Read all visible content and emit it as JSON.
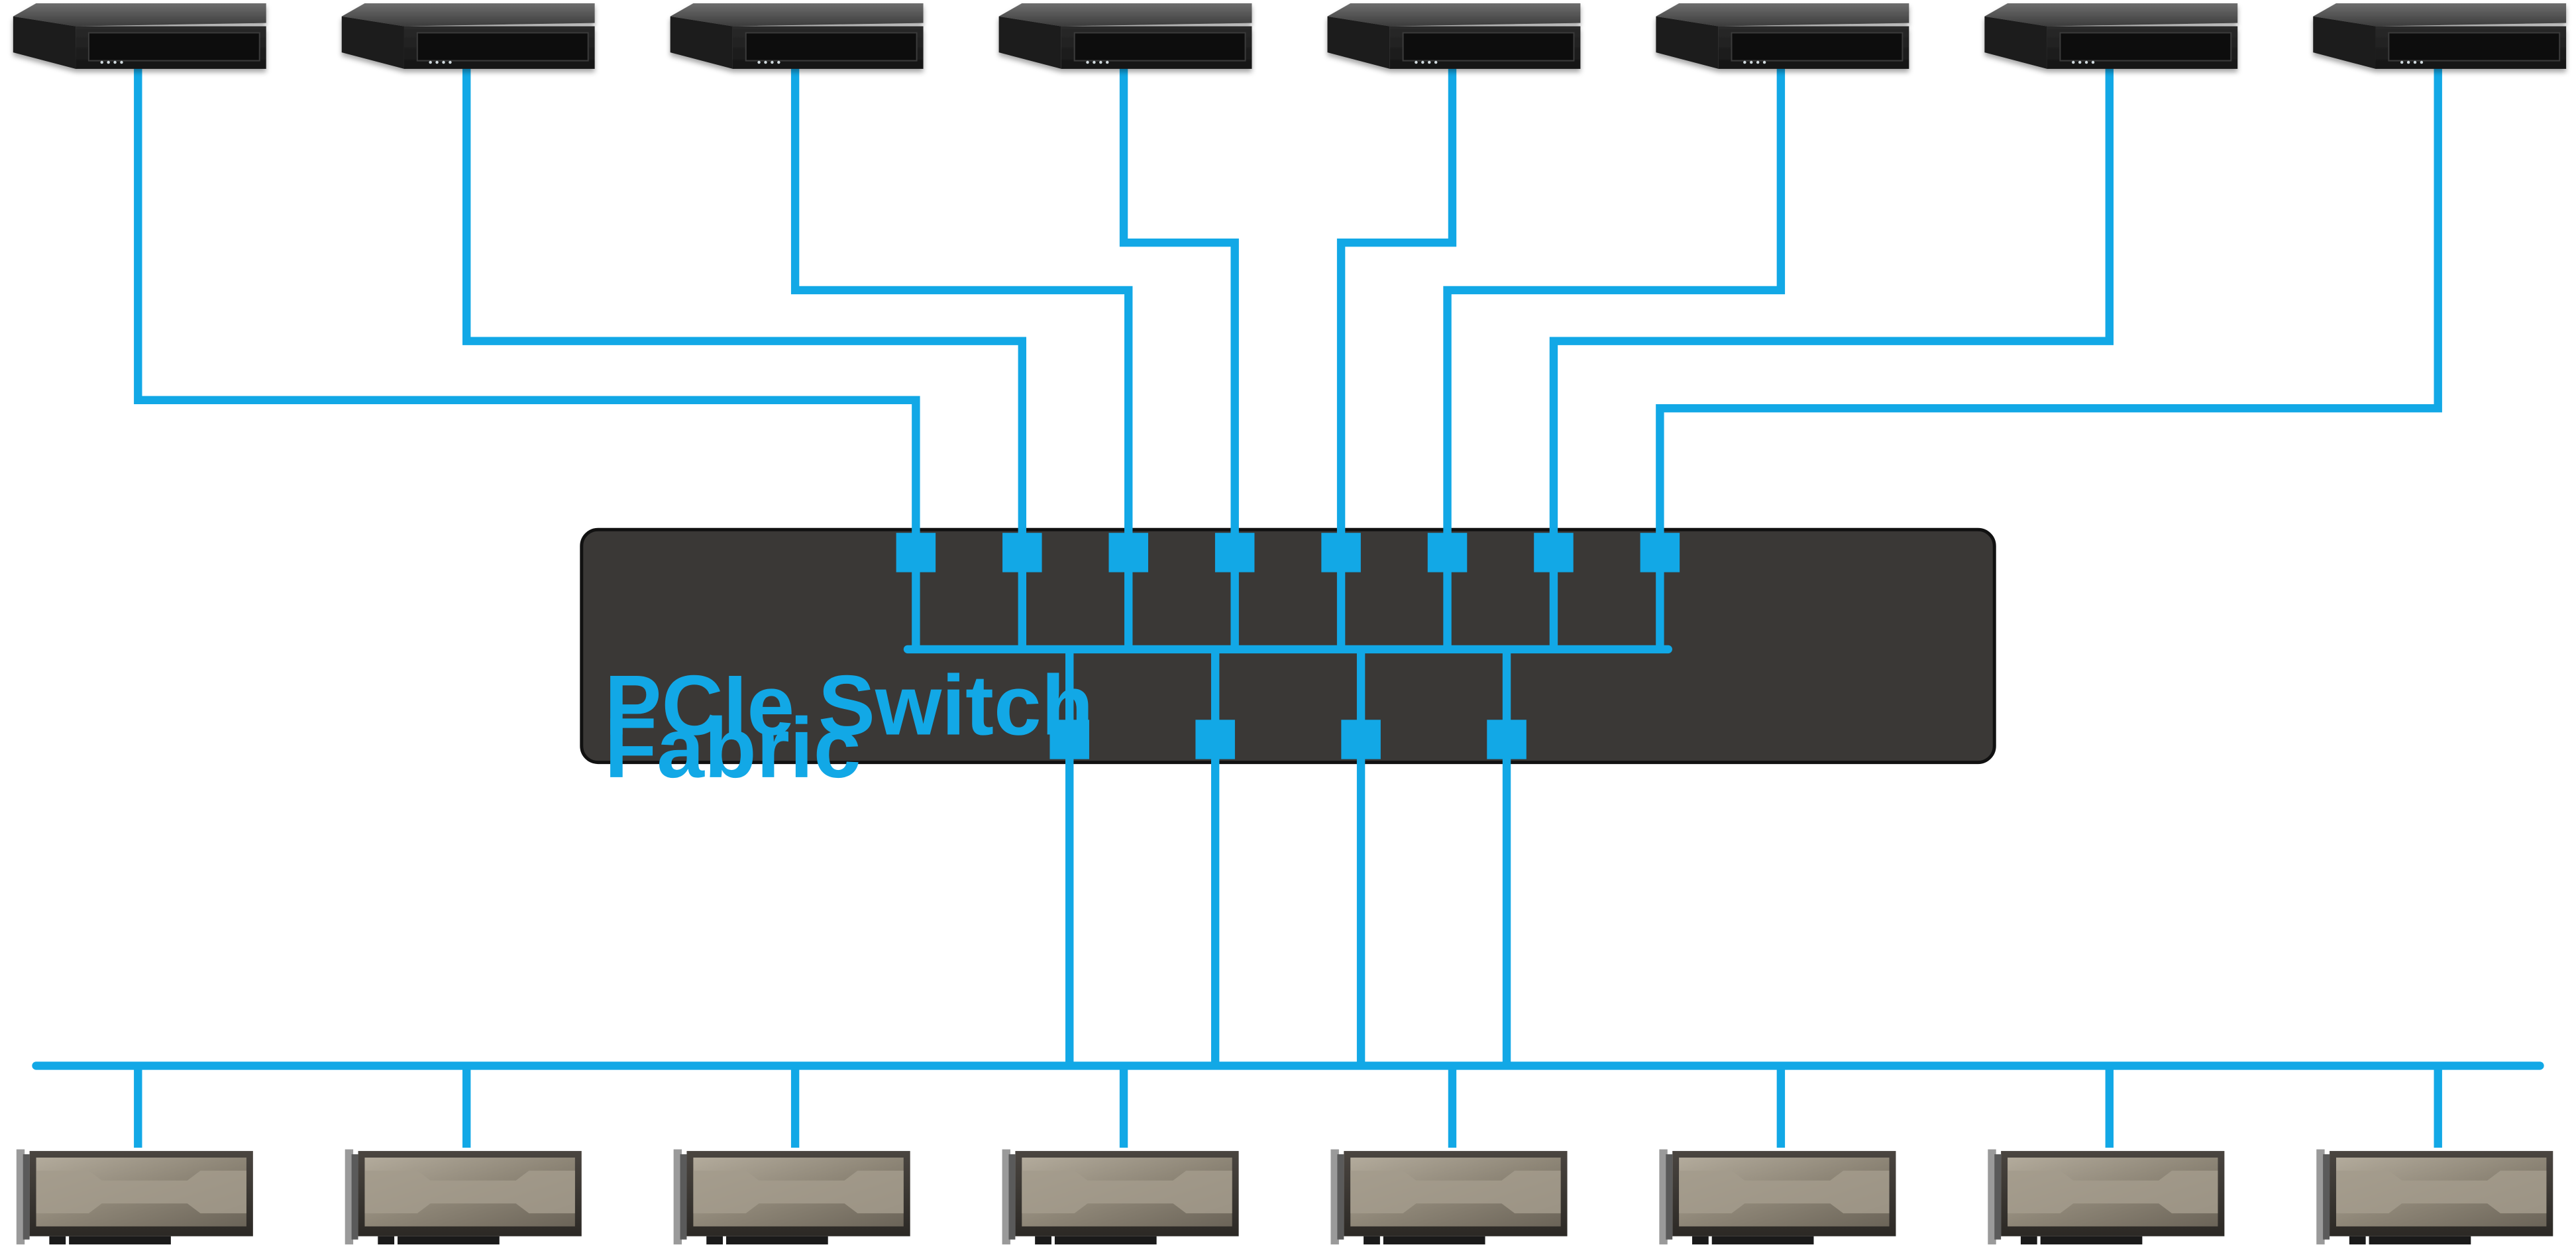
{
  "fabric": {
    "label_line1": "PCIe Switch",
    "label_line2": "Fabric"
  },
  "topology": {
    "server_count": 8,
    "gpu_count": 8,
    "upstream_port_count": 8,
    "downstream_port_count": 4
  },
  "colors": {
    "link": "#12a8e6",
    "switch_body": "#3a3836",
    "switch_border": "#111111",
    "server_body": "#2a2a2a",
    "gpu_body": "#8c8578"
  },
  "icons": {
    "server": "rack-server-icon",
    "gpu": "gpu-card-icon",
    "port": "port-square-icon"
  }
}
